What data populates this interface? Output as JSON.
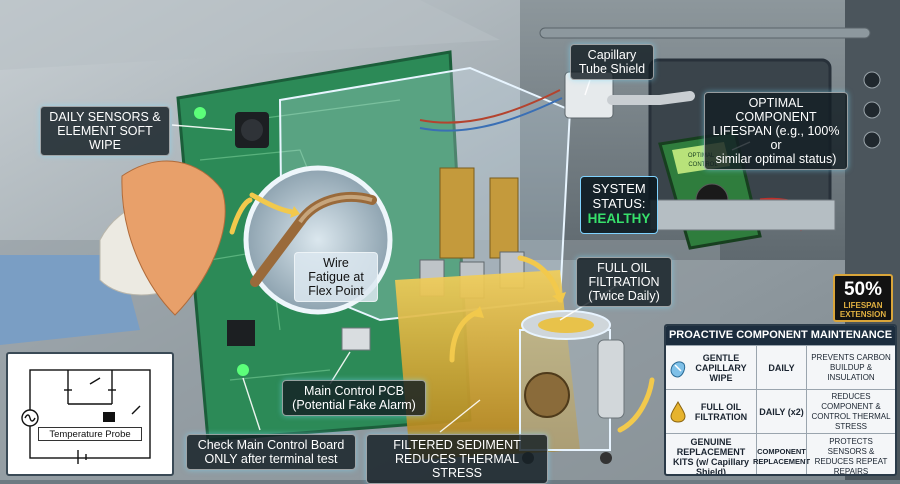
{
  "callouts": {
    "daily_sensors": [
      "DAILY SENSORS &",
      "ELEMENT SOFT WIPE"
    ],
    "capillary_shield": [
      "Capillary",
      "Tube Shield"
    ],
    "optimal_lifespan": [
      "OPTIMAL COMPONENT",
      "LIFESPAN (e.g., 100% or",
      "similar optimal status)"
    ],
    "wire_fatigue": [
      "Wire",
      "Fatigue at",
      "Flex Point"
    ],
    "full_oil": [
      "FULL OIL",
      "FILTRATION",
      "(Twice Daily)"
    ],
    "main_pcb": [
      "Main Control PCB",
      "(Potential Fake Alarm)"
    ],
    "check_board": [
      "Check Main Control Board",
      "ONLY after terminal test"
    ],
    "filtered_sediment": [
      "FILTERED SEDIMENT",
      "REDUCES THERMAL STRESS"
    ]
  },
  "status": {
    "line1": "SYSTEM",
    "line2": "STATUS:",
    "value": "HEALTHY"
  },
  "badge": {
    "value": "50%",
    "line1": "LIFESPAN",
    "line2": "EXTENSION"
  },
  "meter": {
    "screen_line1": "OPTIMAL",
    "screen_line2": "CONTROL"
  },
  "table": {
    "title": "PROACTIVE COMPONENT MAINTENANCE",
    "rows": [
      {
        "icon": "cloth-wipe-icon",
        "task": "GENTLE CAPILLARY WIPE",
        "freq": "DAILY",
        "benefit": "PREVENTS CARBON BUILDUP & INSULATION"
      },
      {
        "icon": "oil-drop-icon",
        "task": "FULL OIL FILTRATION",
        "freq": "DAILY (x2)",
        "benefit": "REDUCES COMPONENT & CONTROL THERMAL STRESS"
      },
      {
        "icon": "",
        "task": "GENUINE REPLACEMENT KITS (w/ Capillary Shield)",
        "freq": "COMPONENT REPLACEMENT",
        "benefit": "PROTECTS SENSORS & REDUCES REPEAT REPAIRS"
      }
    ]
  },
  "inset": {
    "label": "Temperature Probe"
  },
  "colors": {
    "accent": "#7fd3ff",
    "healthy": "#37e06b",
    "pcb": "#2c8a57",
    "oil": "#e2b23a",
    "badge_gold": "#d9a53a"
  }
}
